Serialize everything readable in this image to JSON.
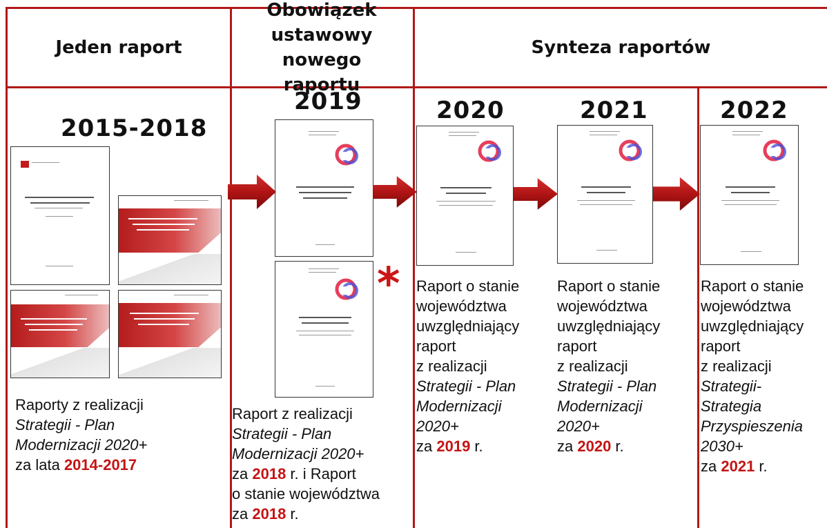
{
  "headers": {
    "col1": "Jeden raport",
    "col2": "Obowiązek ustawowy nowego raportu",
    "col3": "Synteza raportów"
  },
  "years": {
    "y1": "2015-2018",
    "y2": "2019",
    "y3": "2020",
    "y4": "2021",
    "y5": "2022"
  },
  "star": "*",
  "descriptions": {
    "d1": {
      "l1": "Raporty z realizacji",
      "l2": "Strategii - Plan",
      "l3": "Modernizacji 2020+",
      "l4": "za lata ",
      "hl": "2014-2017"
    },
    "d2": {
      "l1": "Raport z realizacji",
      "l2": "Strategii - Plan",
      "l3": "Modernizacji 2020+",
      "l4a": "za ",
      "hl1": "2018",
      "l4b": " r. i Raport",
      "l5": "o stanie województwa",
      "l6a": "za ",
      "hl2": "2018",
      "l6b": " r."
    },
    "d3": {
      "l1": "Raport o stanie",
      "l2": "województwa",
      "l3": "uwzględniający",
      "l4": "raport",
      "l5": "z realizacji",
      "l6": "Strategii - Plan",
      "l7": "Modernizacji",
      "l8": "2020+",
      "l9a": "za ",
      "hl": "2019",
      "l9b": " r."
    },
    "d4": {
      "l1": "Raport o stanie",
      "l2": "województwa",
      "l3": "uwzględniający",
      "l4": "raport",
      "l5": "z realizacji",
      "l6": "Strategii - Plan",
      "l7": "Modernizacji",
      "l8": "2020+",
      "l9a": "za ",
      "hl": "2020",
      "l9b": " r."
    },
    "d5": {
      "l1": "Raport o stanie",
      "l2": "województwa",
      "l3": "uwzględniający",
      "l4": "raport",
      "l5": "z realizacji",
      "l6": "Strategii-",
      "l7": "Strategia",
      "l8": "Przyspieszenia",
      "l9": "2030+",
      "l10a": "za ",
      "hl": "2021",
      "l10b": " r."
    }
  },
  "colors": {
    "accent": "#b01818",
    "highlight": "#c41414",
    "arrow": "#b81414"
  }
}
